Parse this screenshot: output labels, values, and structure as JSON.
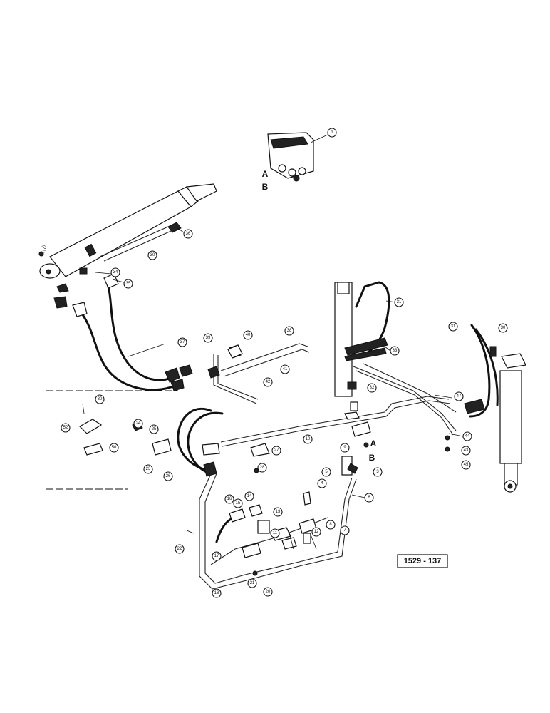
{
  "drawing_reference": "1529 - 137",
  "port_labels": {
    "upper": [
      "A",
      "B"
    ],
    "lower": [
      "A",
      "B"
    ]
  },
  "callouts": [
    "1",
    "36",
    "34",
    "35",
    "30",
    "37",
    "39",
    "41",
    "42",
    "40",
    "38",
    "31",
    "33",
    "32",
    "31",
    "30",
    "47",
    "44",
    "43",
    "45",
    "30",
    "52",
    "24",
    "25",
    "50",
    "23",
    "27",
    "28",
    "26",
    "10",
    "9",
    "3",
    "5",
    "4",
    "7",
    "8",
    "6",
    "15",
    "14",
    "16",
    "13",
    "12",
    "11",
    "22",
    "17",
    "18",
    "21",
    "20"
  ],
  "stray_marks": [
    "(21)"
  ]
}
